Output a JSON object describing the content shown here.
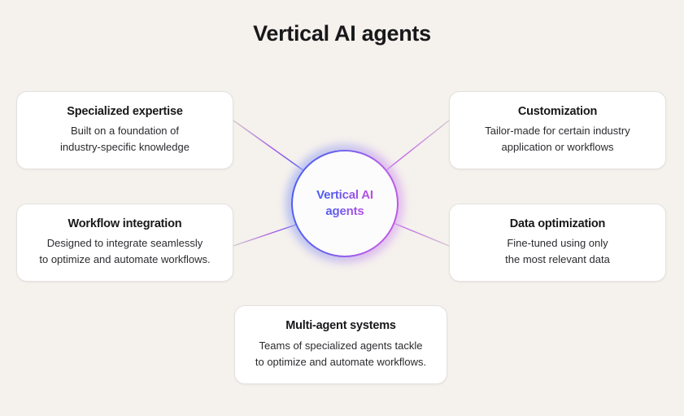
{
  "page": {
    "background_color": "#f5f1ed",
    "title": "Vertical AI agents"
  },
  "hub": {
    "label_line1": "Vertical AI",
    "label_line2": "agents",
    "gradient_start": "#4a5ef0",
    "gradient_end": "#c44ae0"
  },
  "cards": [
    {
      "id": "specialized-expertise",
      "title": "Specialized expertise",
      "line1": "Built on a foundation of",
      "line2": "industry-specific knowledge"
    },
    {
      "id": "customization",
      "title": "Customization",
      "line1": "Tailor-made for certain industry",
      "line2": "application or workflows"
    },
    {
      "id": "workflow-integration",
      "title": "Workflow integration",
      "line1": "Designed to integrate seamlessly",
      "line2": "to optimize and automate workflows."
    },
    {
      "id": "data-optimization",
      "title": "Data optimization",
      "line1": "Fine-tuned using only",
      "line2": "the most relevant data"
    },
    {
      "id": "multi-agent-systems",
      "title": "Multi-agent systems",
      "line1": "Teams of specialized agents tackle",
      "line2": "to optimize and automate workflows."
    }
  ],
  "connectors": {
    "count": 5,
    "left_color": "#4a5ef0",
    "right_color": "#b05ee8",
    "fade_color": "#cfc9c5"
  }
}
